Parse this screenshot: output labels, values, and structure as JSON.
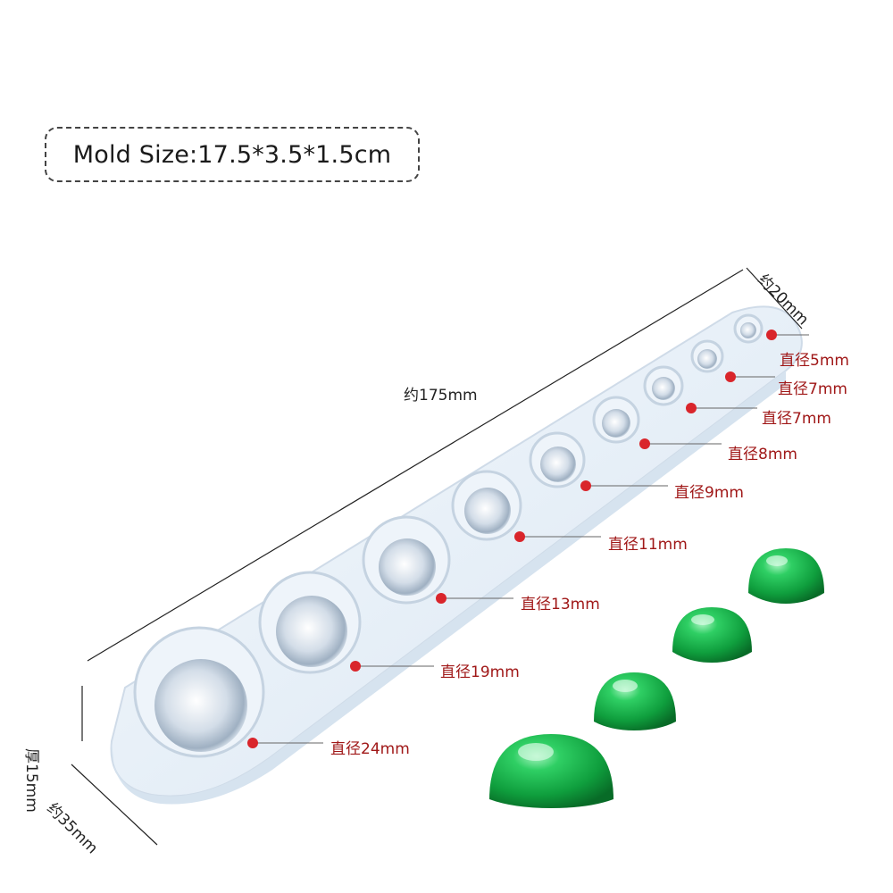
{
  "mold_size": "Mold Size:17.5*3.5*1.5cm",
  "dimensions": {
    "length": "约175mm",
    "width_top": "约20mm",
    "height": "厚15mm",
    "width_bottom": "约35mm"
  },
  "cavities": [
    "直径5mm",
    "直径7mm",
    "直径7mm",
    "直径8mm",
    "直径9mm",
    "直径11mm",
    "直径13mm",
    "直径19mm",
    "直径24mm"
  ],
  "colors": {
    "label_red": "#a01818",
    "marker_red": "#d9252b",
    "mold_blue": "#e8f1fa",
    "dome_green": "#17b24a"
  }
}
